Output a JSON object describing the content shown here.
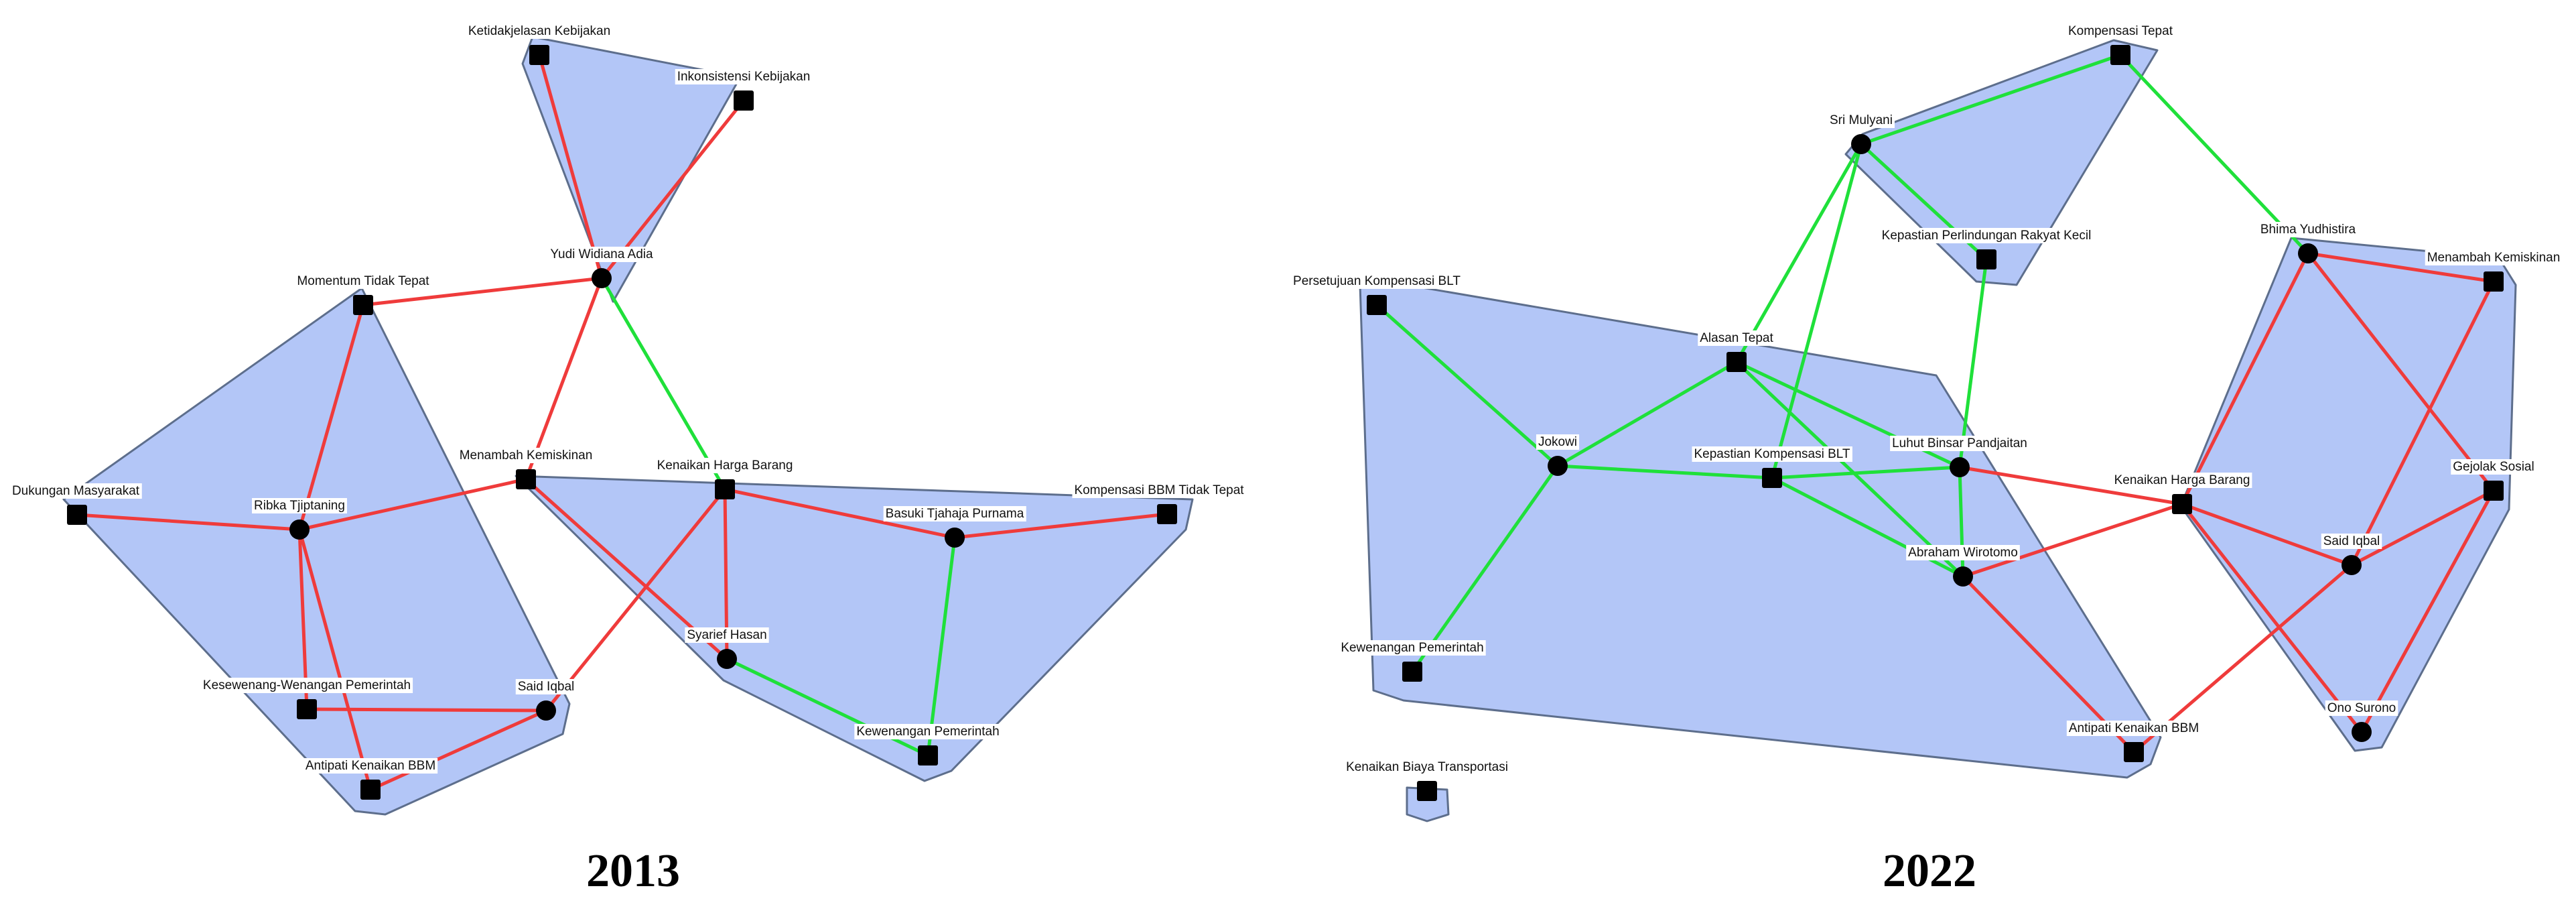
{
  "panels": [
    {
      "id": "2013",
      "year_label": "2013",
      "nodes": [
        {
          "id": "ketidakjelasan",
          "label": "Ketidakjelasan Kebijakan",
          "shape": "square"
        },
        {
          "id": "inkonsistensi",
          "label": "Inkonsistensi Kebijakan",
          "shape": "square"
        },
        {
          "id": "yudi",
          "label": "Yudi Widiana Adia",
          "shape": "circle"
        },
        {
          "id": "momentum",
          "label": "Momentum Tidak Tepat",
          "shape": "square"
        },
        {
          "id": "dukungan",
          "label": "Dukungan Masyarakat",
          "shape": "square"
        },
        {
          "id": "ribka",
          "label": "Ribka Tjiptaning",
          "shape": "circle"
        },
        {
          "id": "menambah13",
          "label": "Menambah Kemiskinan",
          "shape": "square"
        },
        {
          "id": "kenaikanHarga13",
          "label": "Kenaikan Harga Barang",
          "shape": "square"
        },
        {
          "id": "basuki",
          "label": "Basuki Tjahaja Purnama",
          "shape": "circle"
        },
        {
          "id": "kompensasiBBM",
          "label": "Kompensasi BBM Tidak Tepat",
          "shape": "square"
        },
        {
          "id": "syarief",
          "label": "Syarief Hasan",
          "shape": "circle"
        },
        {
          "id": "kesewenang",
          "label": "Kesewenang-Wenangan Pemerintah",
          "shape": "square"
        },
        {
          "id": "said13",
          "label": "Said Iqbal",
          "shape": "circle"
        },
        {
          "id": "antipati13",
          "label": "Antipati Kenaikan BBM",
          "shape": "square"
        },
        {
          "id": "kewenangan13",
          "label": "Kewenangan Pemerintah",
          "shape": "square"
        }
      ],
      "edges": [
        {
          "from": "ketidakjelasan",
          "to": "yudi",
          "color": "red"
        },
        {
          "from": "inkonsistensi",
          "to": "yudi",
          "color": "red"
        },
        {
          "from": "yudi",
          "to": "momentum",
          "color": "red"
        },
        {
          "from": "yudi",
          "to": "menambah13",
          "color": "red"
        },
        {
          "from": "yudi",
          "to": "kenaikanHarga13",
          "color": "green"
        },
        {
          "from": "ribka",
          "to": "momentum",
          "color": "red"
        },
        {
          "from": "ribka",
          "to": "dukungan",
          "color": "red"
        },
        {
          "from": "ribka",
          "to": "menambah13",
          "color": "red"
        },
        {
          "from": "ribka",
          "to": "kesewenang",
          "color": "red"
        },
        {
          "from": "ribka",
          "to": "antipati13",
          "color": "red"
        },
        {
          "from": "said13",
          "to": "kesewenang",
          "color": "red"
        },
        {
          "from": "said13",
          "to": "antipati13",
          "color": "red"
        },
        {
          "from": "said13",
          "to": "kenaikanHarga13",
          "color": "red"
        },
        {
          "from": "syarief",
          "to": "menambah13",
          "color": "red"
        },
        {
          "from": "syarief",
          "to": "kenaikanHarga13",
          "color": "red"
        },
        {
          "from": "syarief",
          "to": "kewenangan13",
          "color": "green"
        },
        {
          "from": "basuki",
          "to": "kenaikanHarga13",
          "color": "red"
        },
        {
          "from": "basuki",
          "to": "kompensasiBBM",
          "color": "red"
        },
        {
          "from": "basuki",
          "to": "kewenangan13",
          "color": "green"
        }
      ]
    },
    {
      "id": "2022",
      "year_label": "2022",
      "nodes": [
        {
          "id": "kompensasiTepat",
          "label": "Kompensasi Tepat",
          "shape": "square"
        },
        {
          "id": "sri",
          "label": "Sri Mulyani",
          "shape": "circle"
        },
        {
          "id": "kepastianPerlindungan",
          "label": "Kepastian Perlindungan Rakyat Kecil",
          "shape": "square"
        },
        {
          "id": "bhima",
          "label": "Bhima Yudhistira",
          "shape": "circle"
        },
        {
          "id": "menambah22",
          "label": "Menambah Kemiskinan",
          "shape": "square"
        },
        {
          "id": "persetujuan",
          "label": "Persetujuan Kompensasi BLT",
          "shape": "square"
        },
        {
          "id": "alasan",
          "label": "Alasan Tepat",
          "shape": "square"
        },
        {
          "id": "jokowi",
          "label": "Jokowi",
          "shape": "circle"
        },
        {
          "id": "kepastianBLT",
          "label": "Kepastian Kompensasi BLT",
          "shape": "square"
        },
        {
          "id": "luhut",
          "label": "Luhut Binsar Pandjaitan",
          "shape": "circle"
        },
        {
          "id": "kenaikanHarga22",
          "label": "Kenaikan Harga Barang",
          "shape": "square"
        },
        {
          "id": "gejolak",
          "label": "Gejolak Sosial",
          "shape": "square"
        },
        {
          "id": "abraham",
          "label": "Abraham Wirotomo",
          "shape": "circle"
        },
        {
          "id": "said22",
          "label": "Said Iqbal",
          "shape": "circle"
        },
        {
          "id": "kewenangan22",
          "label": "Kewenangan Pemerintah",
          "shape": "square"
        },
        {
          "id": "antipati22",
          "label": "Antipati Kenaikan BBM",
          "shape": "square"
        },
        {
          "id": "ono",
          "label": "Ono Surono",
          "shape": "circle"
        },
        {
          "id": "kenaikanBiaya",
          "label": "Kenaikan Biaya Transportasi",
          "shape": "square"
        }
      ],
      "edges": [
        {
          "from": "sri",
          "to": "kompensasiTepat",
          "color": "green"
        },
        {
          "from": "sri",
          "to": "kepastianPerlindungan",
          "color": "green"
        },
        {
          "from": "sri",
          "to": "alasan",
          "color": "green"
        },
        {
          "from": "sri",
          "to": "kepastianBLT",
          "color": "green"
        },
        {
          "from": "kompensasiTepat",
          "to": "bhima",
          "color": "green"
        },
        {
          "from": "jokowi",
          "to": "persetujuan",
          "color": "green"
        },
        {
          "from": "jokowi",
          "to": "alasan",
          "color": "green"
        },
        {
          "from": "jokowi",
          "to": "kepastianBLT",
          "color": "green"
        },
        {
          "from": "jokowi",
          "to": "kewenangan22",
          "color": "green"
        },
        {
          "from": "luhut",
          "to": "alasan",
          "color": "green"
        },
        {
          "from": "luhut",
          "to": "kepastianBLT",
          "color": "green"
        },
        {
          "from": "luhut",
          "to": "kepastianPerlindungan",
          "color": "green"
        },
        {
          "from": "abraham",
          "to": "alasan",
          "color": "green"
        },
        {
          "from": "abraham",
          "to": "kepastianBLT",
          "color": "green"
        },
        {
          "from": "abraham",
          "to": "luhut",
          "color": "green"
        },
        {
          "from": "luhut",
          "to": "kenaikanHarga22",
          "color": "red"
        },
        {
          "from": "abraham",
          "to": "kenaikanHarga22",
          "color": "red"
        },
        {
          "from": "abraham",
          "to": "antipati22",
          "color": "red"
        },
        {
          "from": "bhima",
          "to": "menambah22",
          "color": "red"
        },
        {
          "from": "bhima",
          "to": "kenaikanHarga22",
          "color": "red"
        },
        {
          "from": "bhima",
          "to": "gejolak",
          "color": "red"
        },
        {
          "from": "said22",
          "to": "menambah22",
          "color": "red"
        },
        {
          "from": "said22",
          "to": "kenaikanHarga22",
          "color": "red"
        },
        {
          "from": "said22",
          "to": "gejolak",
          "color": "red"
        },
        {
          "from": "said22",
          "to": "antipati22",
          "color": "red"
        },
        {
          "from": "ono",
          "to": "kenaikanHarga22",
          "color": "red"
        },
        {
          "from": "ono",
          "to": "gejolak",
          "color": "red"
        }
      ]
    }
  ],
  "colors": {
    "cluster_fill": "#b3c6f7",
    "cluster_stroke": "#5d6e8c",
    "edge_red": "#ef3b3b",
    "edge_green": "#1fe03a",
    "node": "#000000"
  }
}
